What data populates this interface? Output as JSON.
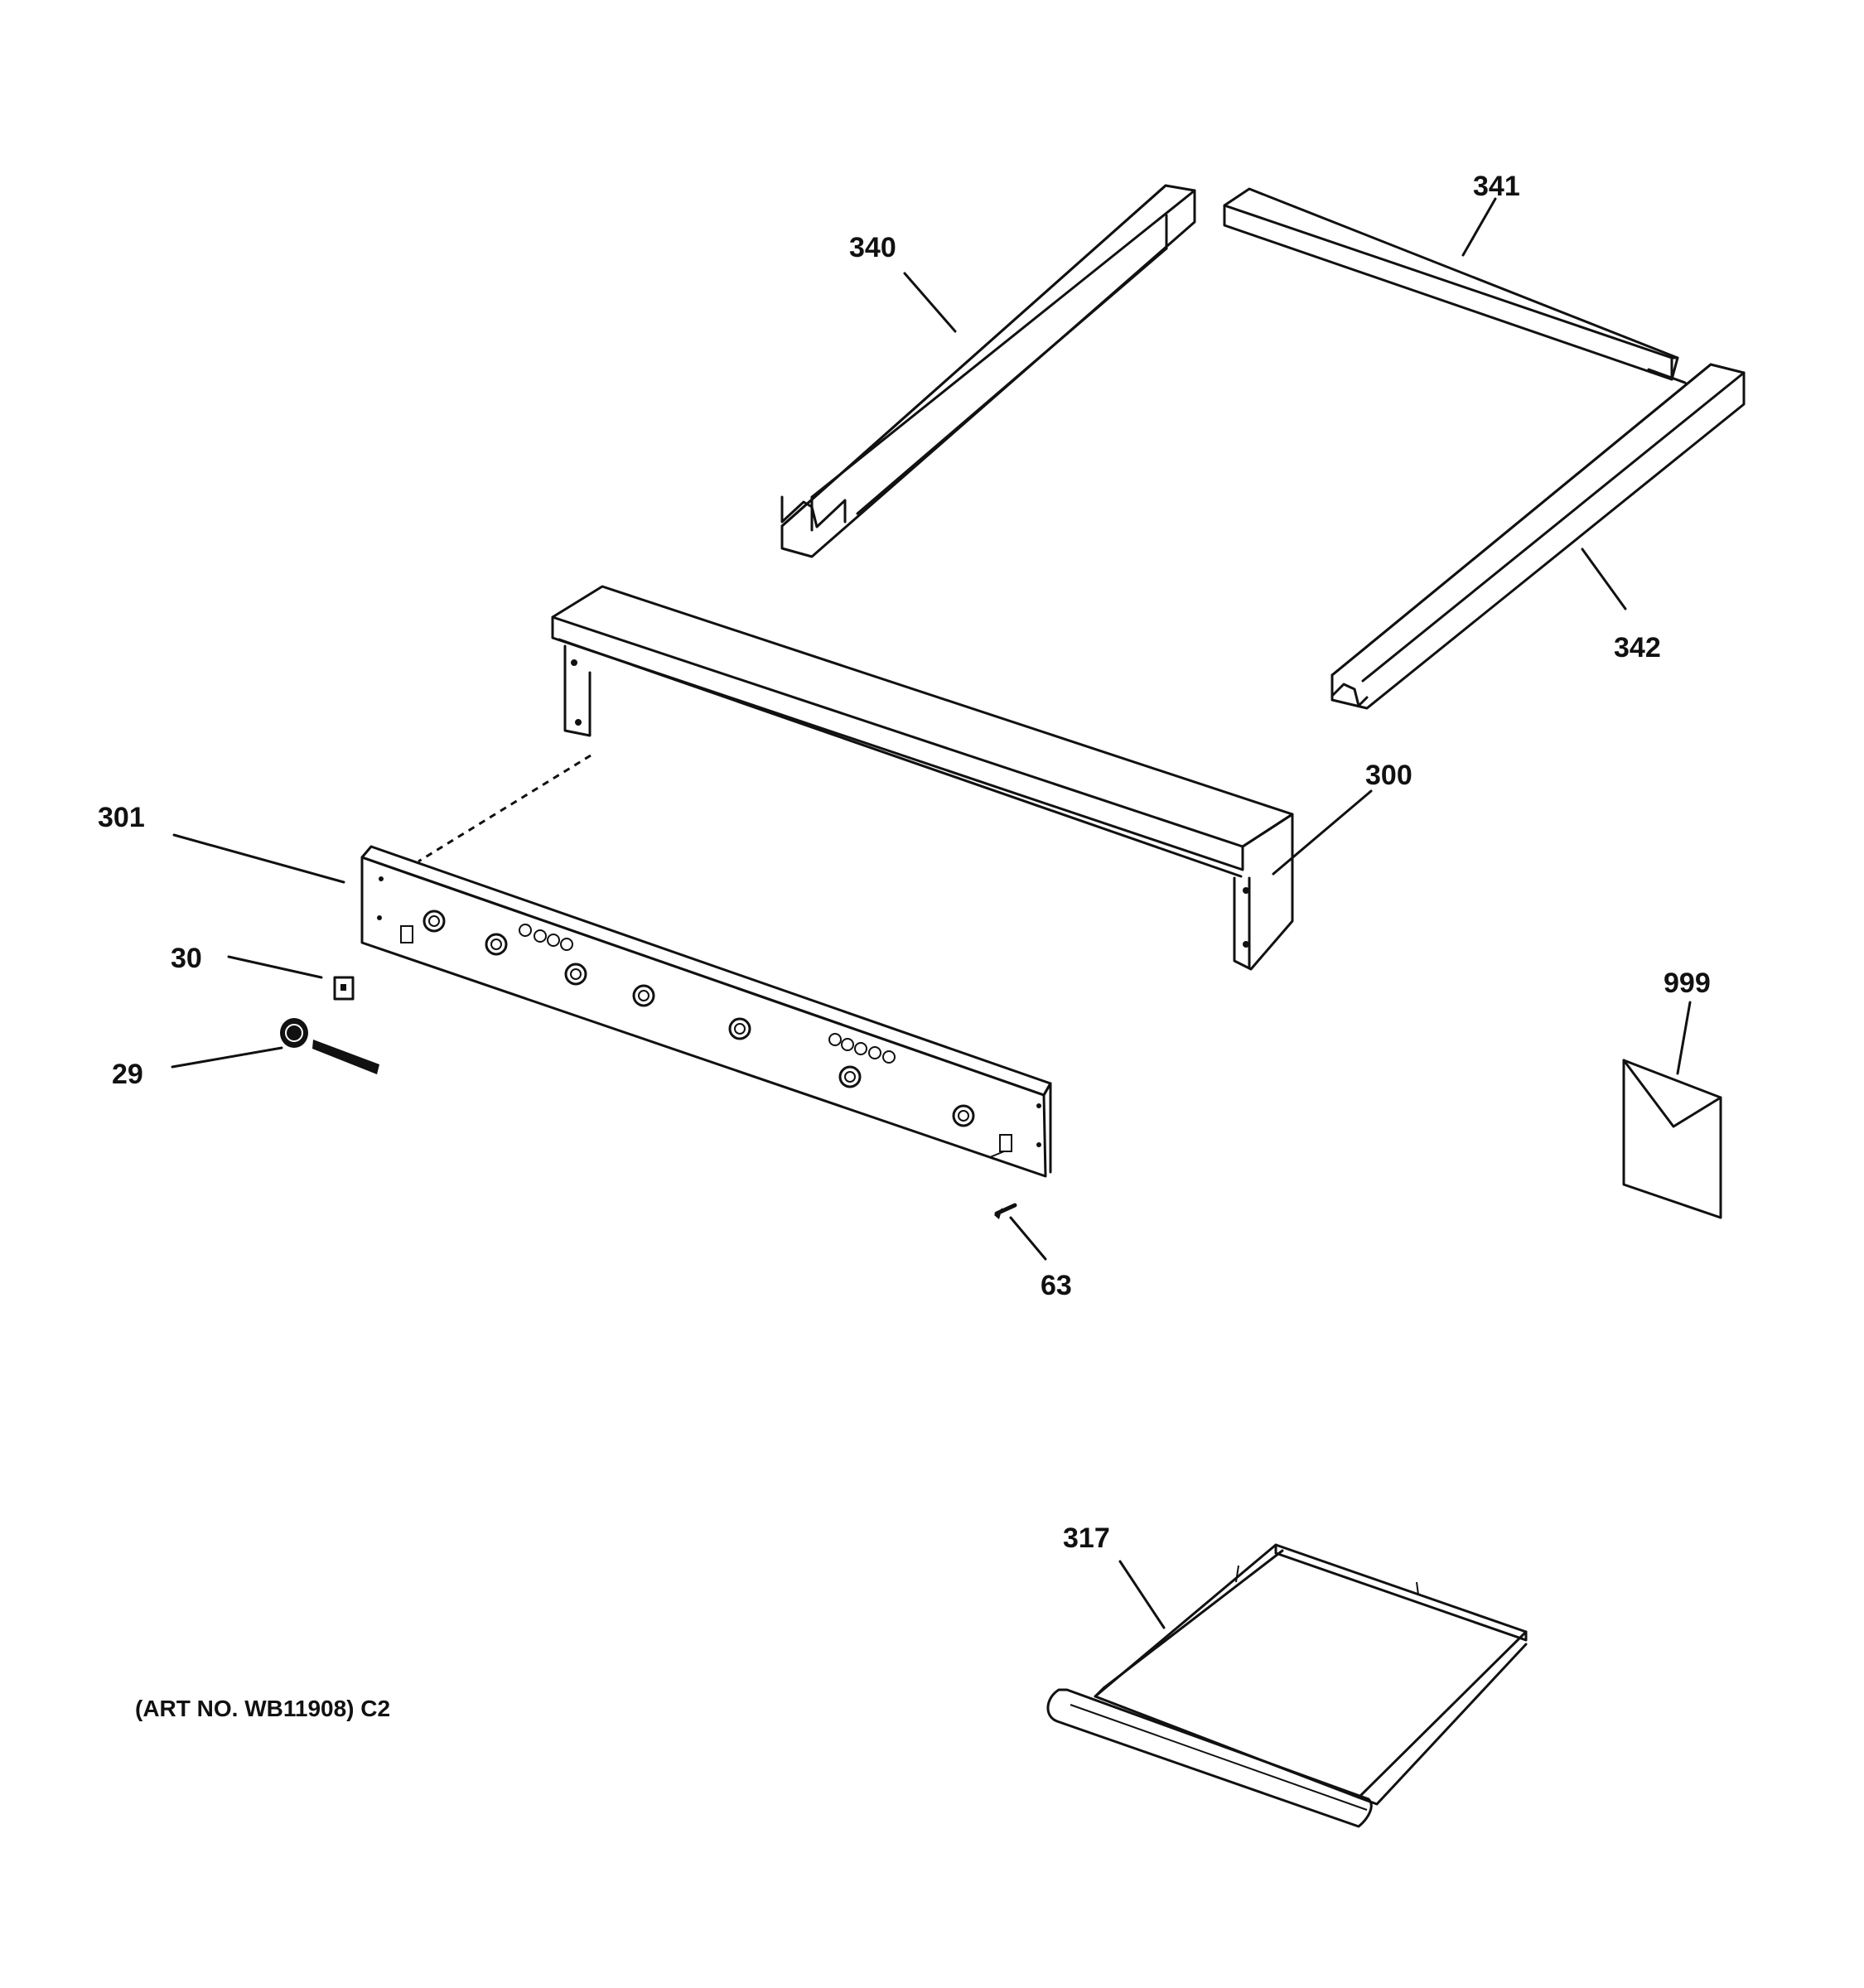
{
  "callouts": {
    "c340": "340",
    "c341": "341",
    "c342": "342",
    "c300": "300",
    "c301": "301",
    "c30": "30",
    "c29": "29",
    "c63": "63",
    "c999": "999",
    "c317": "317"
  },
  "art_number": "(ART NO. WB11908) C2"
}
